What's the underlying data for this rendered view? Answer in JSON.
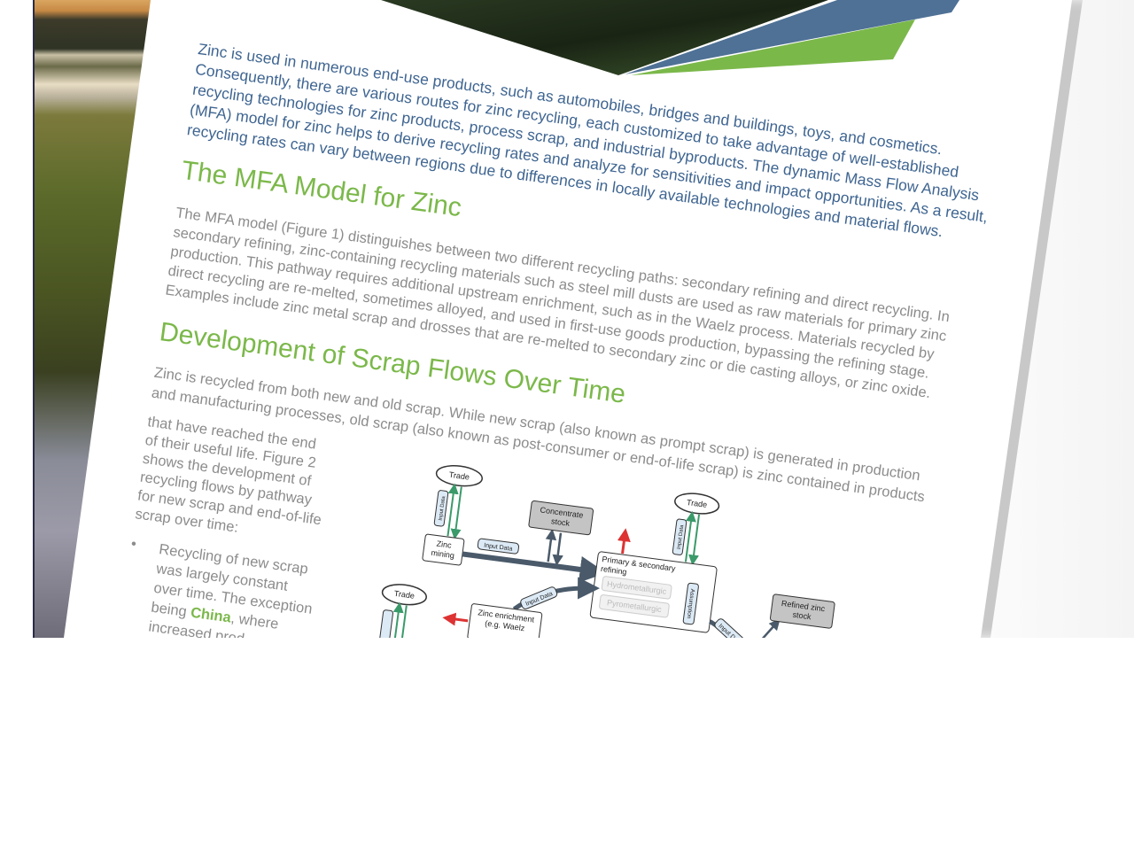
{
  "colors": {
    "intro": "#3f6591",
    "heading": "#7bb84a",
    "body": "#8c8c8c",
    "band_blue": "#4f7196",
    "band_green": "#7bb84a"
  },
  "intro": [
    "Zinc is used in numerous end-use products, such as automobiles, bridges and buildings, toys, and cosmetics.",
    "Consequently, there are various routes for zinc recycling, each customized to take advantage of well-established",
    "recycling technologies for zinc products, process scrap, and industrial byproducts. The dynamic Mass Flow Analysis",
    "(MFA) model for zinc helps to derive recycling rates and analyze for sensitivities and impact opportunities. As a result,",
    "recycling rates can vary between regions due to differences in locally available technologies and material flows."
  ],
  "section1": {
    "heading": "The MFA Model for Zinc",
    "lines": [
      "The MFA model (Figure 1) distinguishes between two different recycling paths: secondary refining and direct recycling. In",
      "secondary refining, zinc-containing recycling materials such as steel mill dusts are used as raw materials for primary zinc",
      "production. This pathway requires additional upstream enrichment, such as in the Waelz process. Materials recycled by",
      "direct recycling are re-melted, sometimes alloyed, and used in first-use goods production, bypassing the refining stage.",
      "Examples include zinc metal scrap and drosses that are re-melted to secondary zinc or die casting alloys, or zinc oxide."
    ]
  },
  "section2": {
    "heading": "Development of Scrap Flows Over Time",
    "lines": [
      "Zinc is recycled from both new and old scrap. While new scrap (also known as prompt scrap) is generated in production",
      "and manufacturing processes, old scrap (also known as post-consumer or end-of-life scrap) is zinc contained in products"
    ],
    "column": [
      "that have reached the end",
      "of their useful life. Figure 2",
      "shows the development of",
      "recycling flows by pathway",
      "for new scrap and end-of-life",
      "scrap over time:"
    ],
    "bullet": {
      "marker": "•",
      "lines": [
        "Recycling of new scrap",
        "was largely constant",
        "over time. The exception"
      ],
      "line4_pre": "being ",
      "line4_highlight": "China",
      "line4_post": ", where",
      "line5": "increased prod..."
    }
  },
  "diagram": {
    "trade": "Trade",
    "input_data": "Input Data",
    "zinc_mining": [
      "Zinc",
      "mining"
    ],
    "concentrate_stock": [
      "Concentrate",
      "stock"
    ],
    "refining": [
      "Primary & secondary",
      "refining"
    ],
    "hydro": "Hydrometallurgic",
    "pyro": "Pyrometallurgic",
    "assumption": "Assumption",
    "refined_stock": [
      "Refined zinc",
      "stock"
    ],
    "enrichment": [
      "Zinc enrichment",
      "(e.g. Waelz"
    ]
  }
}
